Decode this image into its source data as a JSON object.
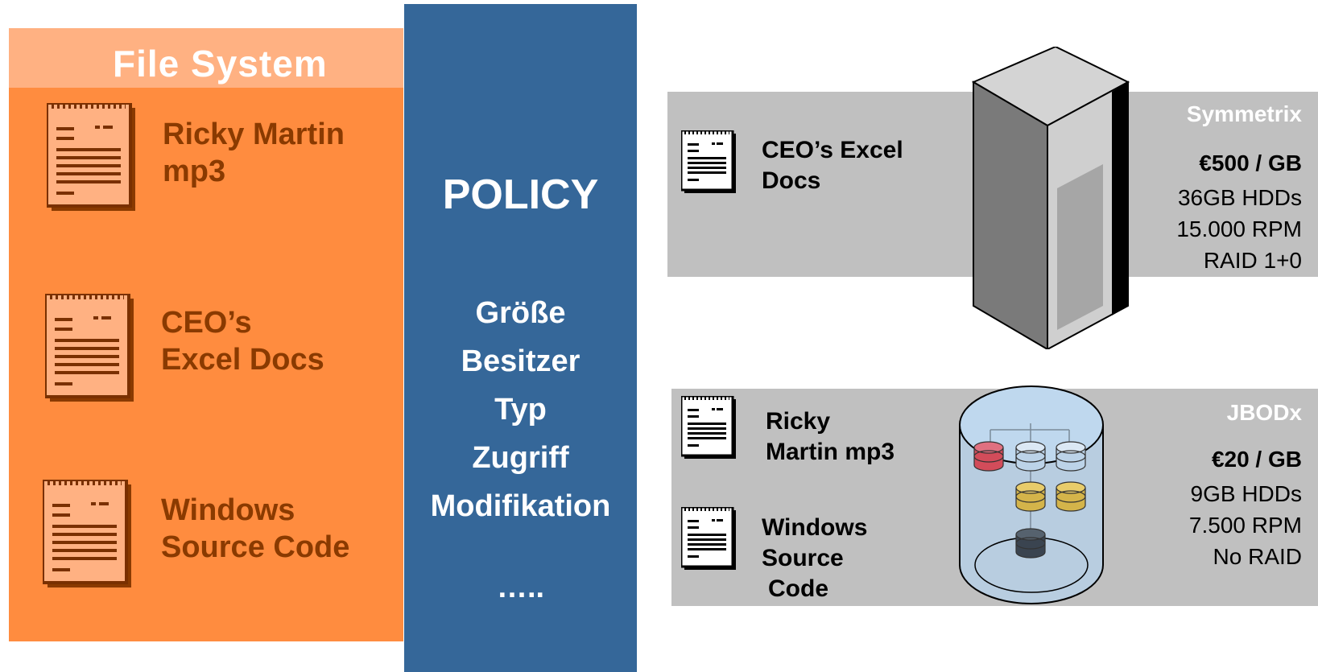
{
  "file_system": {
    "title": "File System",
    "files": [
      {
        "line1": "Ricky Martin",
        "line2": "mp3"
      },
      {
        "line1": "CEO’s",
        "line2": "Excel Docs"
      },
      {
        "line1": "Windows",
        "line2": "Source Code"
      }
    ]
  },
  "policy": {
    "title": "POLICY",
    "criteria": [
      "Größe",
      "Besitzer",
      "Typ",
      "Zugriff",
      "Modifikation",
      "….."
    ]
  },
  "tiers": {
    "symmetrix": {
      "name": "Symmetrix",
      "price": "€500 / GB",
      "specs": [
        "36GB HDDs",
        "15.000 RPM",
        "RAID 1+0"
      ],
      "file_line1": "CEO’s Excel",
      "file_line2": "Docs"
    },
    "jbod": {
      "name": "JBODx",
      "price": "€20 / GB",
      "specs": [
        "9GB HDDs",
        "7.500 RPM",
        "No RAID"
      ],
      "file1_line1": "Ricky",
      "file1_line2": "Martin mp3",
      "file2_line1": "Windows",
      "file2_line2": "Source",
      "file2_line3": "Code"
    }
  },
  "colors": {
    "file_system_panel": "#ff8c3f",
    "file_system_header": "#ffb182",
    "file_label": "#8a3a00",
    "policy_panel": "#356799",
    "tier_band": "#c0c0c0"
  }
}
